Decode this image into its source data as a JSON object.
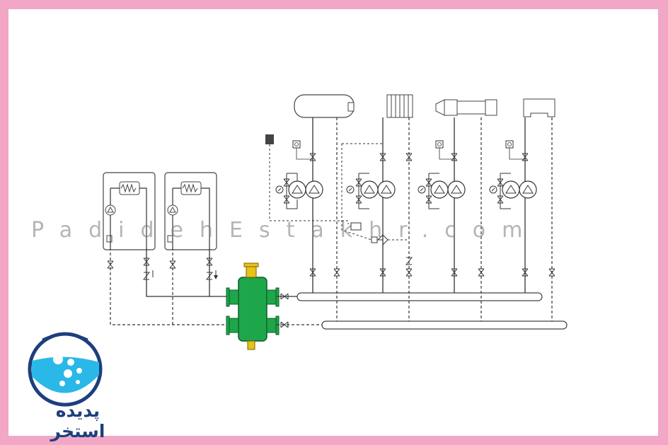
{
  "watermark": {
    "text": "PadidehEstakhr.com"
  },
  "logo": {
    "text": "پدیده استخر"
  },
  "colors": {
    "background": "#f2a7c6",
    "canvas": "#ffffff",
    "separator_green": "#1ea64a",
    "logo_blue": "#1d3f7d",
    "water_blue": "#29b8e8",
    "line": "#333333"
  },
  "icons": [
    "boiler",
    "pump-icon",
    "heat-exchanger",
    "hydraulic-separator",
    "check-valve",
    "ball-valve",
    "mixing-valve",
    "storage-tank",
    "radiator",
    "air-handler",
    "fan-coil",
    "thermostat",
    "pressure-gauge",
    "logo-drop"
  ]
}
